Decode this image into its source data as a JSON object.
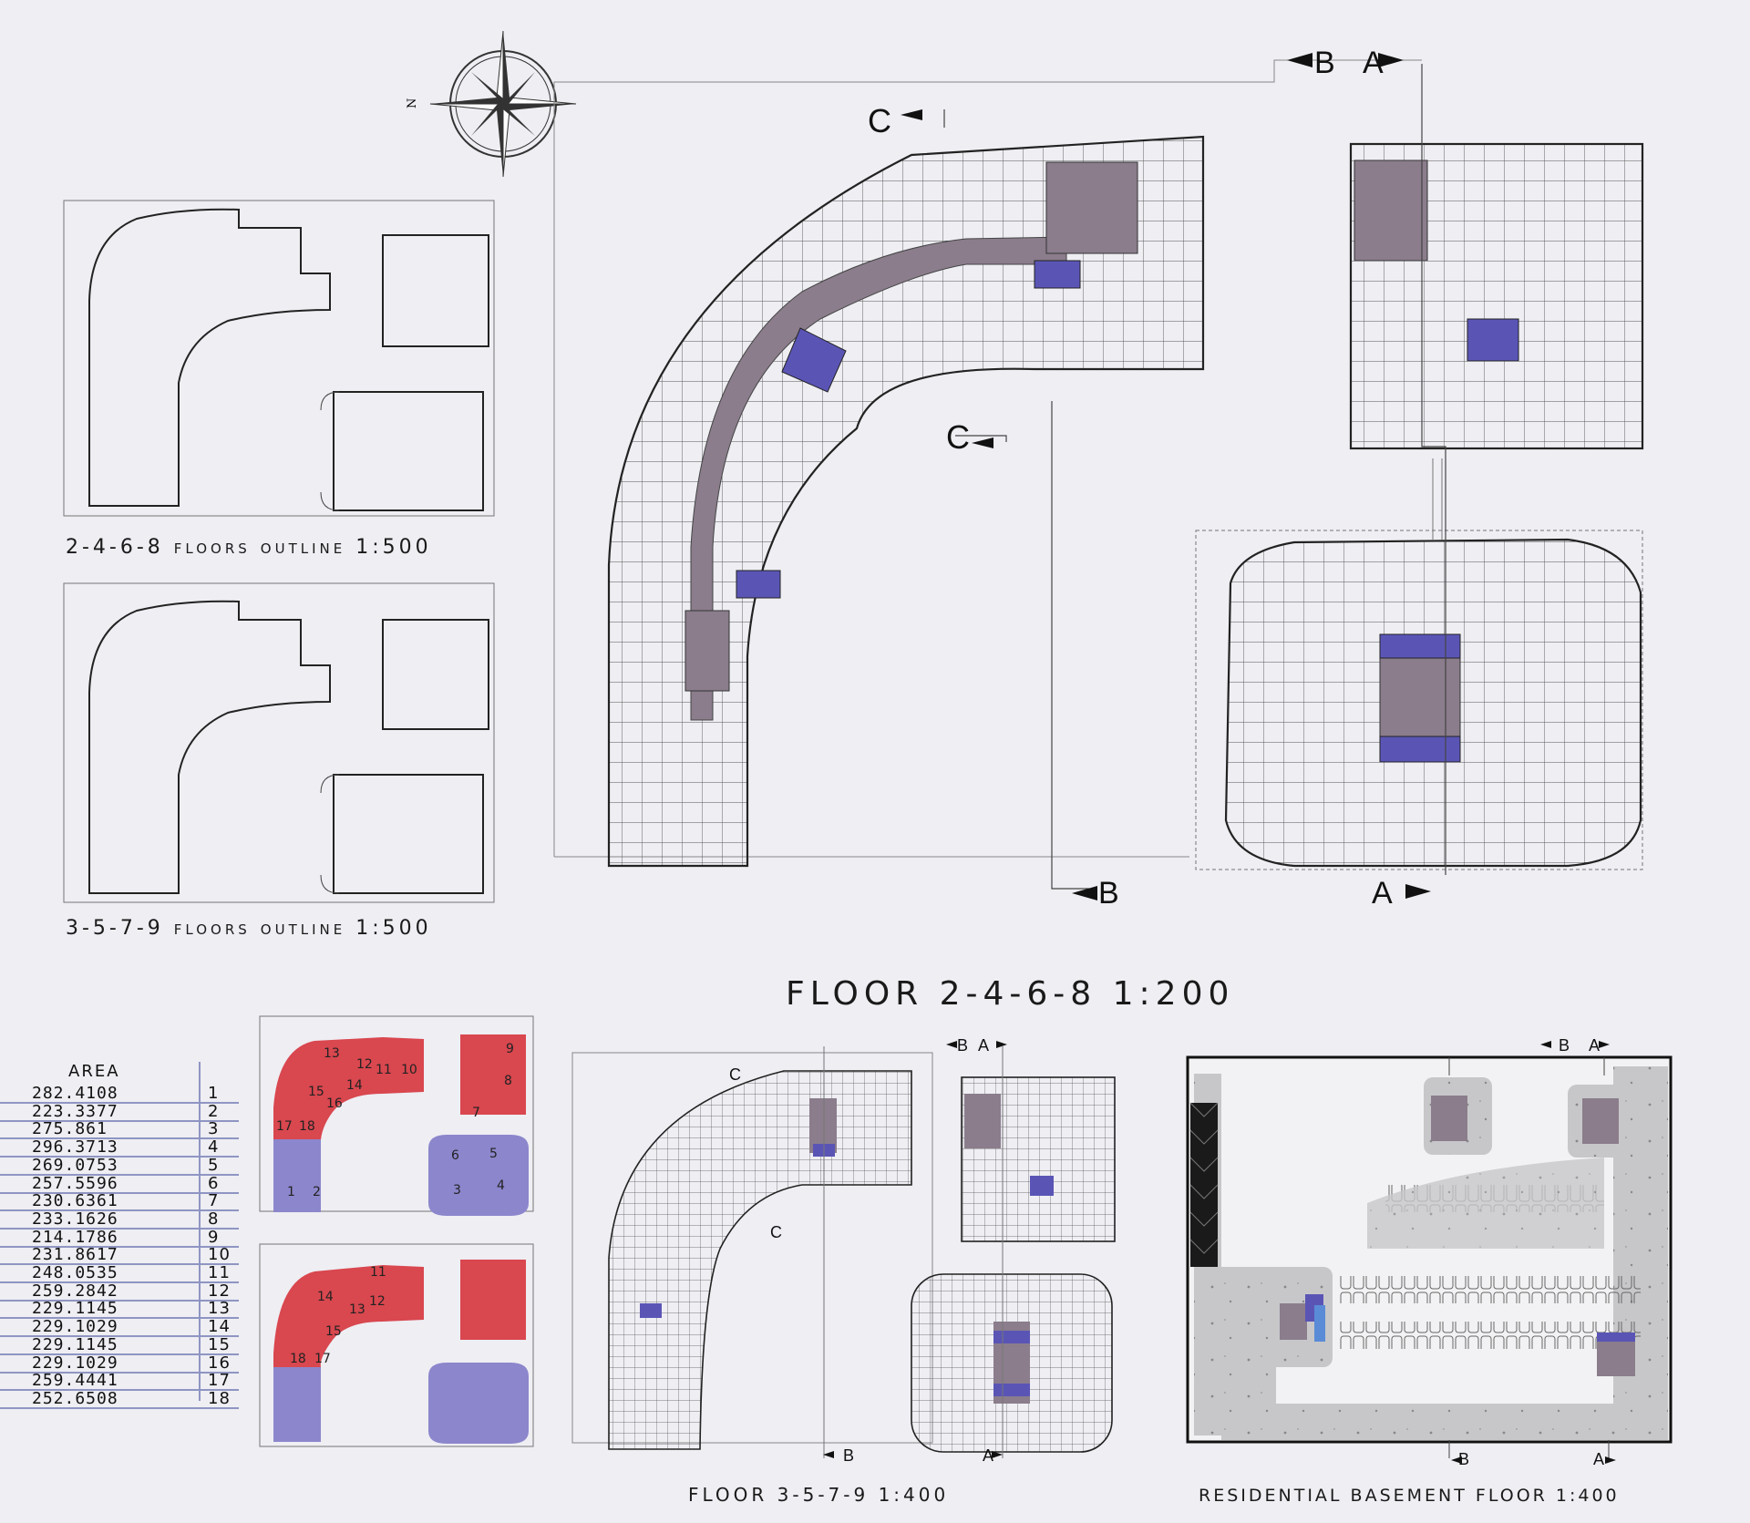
{
  "captions": {
    "outline_even": "2-4-6-8 floors outline 1:500",
    "outline_odd": "3-5-7-9 floors outline 1:500",
    "main_floor": "FLOOR 2-4-6-8 1:200",
    "floor_odd": "FLOOR 3-5-7-9 1:400",
    "basement": "RESIDENTIAL BASEMENT FLOOR 1:400"
  },
  "compass": {
    "north_label": "N"
  },
  "section_marks": {
    "a": "A",
    "b": "B",
    "c": "C"
  },
  "area_table": {
    "header": "AREA",
    "rows": [
      {
        "value": "282.4108",
        "id": "1"
      },
      {
        "value": "223.3377",
        "id": "2"
      },
      {
        "value": "275.861",
        "id": "3"
      },
      {
        "value": "296.3713",
        "id": "4"
      },
      {
        "value": "269.0753",
        "id": "5"
      },
      {
        "value": "257.5596",
        "id": "6"
      },
      {
        "value": "230.6361",
        "id": "7"
      },
      {
        "value": "233.1626",
        "id": "8"
      },
      {
        "value": "214.1786",
        "id": "9"
      },
      {
        "value": "231.8617",
        "id": "10"
      },
      {
        "value": "248.0535",
        "id": "11"
      },
      {
        "value": "259.2842",
        "id": "12"
      },
      {
        "value": "229.1145",
        "id": "13"
      },
      {
        "value": "229.1029",
        "id": "14"
      },
      {
        "value": "229.1145",
        "id": "15"
      },
      {
        "value": "229.1029",
        "id": "16"
      },
      {
        "value": "259.4441",
        "id": "17"
      },
      {
        "value": "252.6508",
        "id": "18"
      }
    ]
  },
  "unit_numbers_even": [
    "1",
    "2",
    "3",
    "4",
    "5",
    "6",
    "7",
    "8",
    "9",
    "10",
    "11",
    "12",
    "13",
    "14",
    "15",
    "16",
    "17",
    "18"
  ],
  "unit_numbers_odd": [
    "11",
    "12",
    "13",
    "14",
    "15",
    "17",
    "18"
  ],
  "colors": {
    "background": "#eeeef3",
    "core_purple": "#8b7d8c",
    "elevator_blue": "#5a55b5",
    "unit_red": "#d9474f",
    "unit_violet": "#8c86cc",
    "table_line": "#8f95c2",
    "parking_gray": "#c9c9cc",
    "ramp_black": "#1a1a1a"
  }
}
